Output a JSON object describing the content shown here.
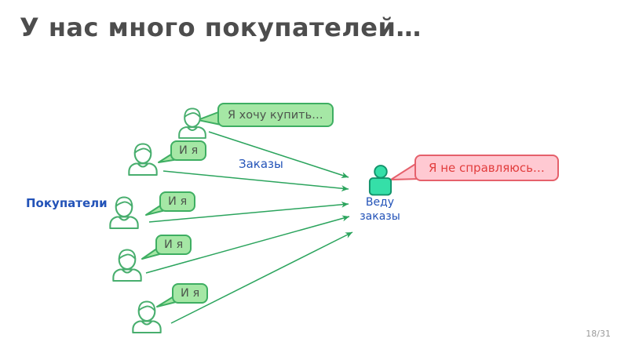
{
  "title": "У нас много покупателей…",
  "page_number": "18/31",
  "labels": {
    "customers": "Покупатели",
    "orders": "Заказы",
    "manager": "Веду заказы"
  },
  "bubbles": {
    "want_to_buy": "Я хочу купить…",
    "me_too": "И я",
    "cant_cope": "Я не справляюсь…"
  },
  "icons": {
    "customer": "person-outline-icon",
    "manager": "person-filled-icon",
    "arrow": "arrow-right-icon"
  },
  "colors": {
    "title_text": "#4D4D4D",
    "label_blue": "#2353B8",
    "customer_icon_green": "#48AE6E",
    "arrow_green": "#2BA45D",
    "bubble_green_fill": "#A5E7A5",
    "bubble_green_border": "#3EAE62",
    "bubble_green_text": "#4D564D",
    "bubble_red_fill": "#FFC9D2",
    "bubble_red_border": "#E5606B",
    "bubble_red_text": "#E23E3E",
    "manager_fill": "#35DFA8",
    "manager_stroke": "#12936B",
    "page_number_gray": "#9A9A9A"
  }
}
